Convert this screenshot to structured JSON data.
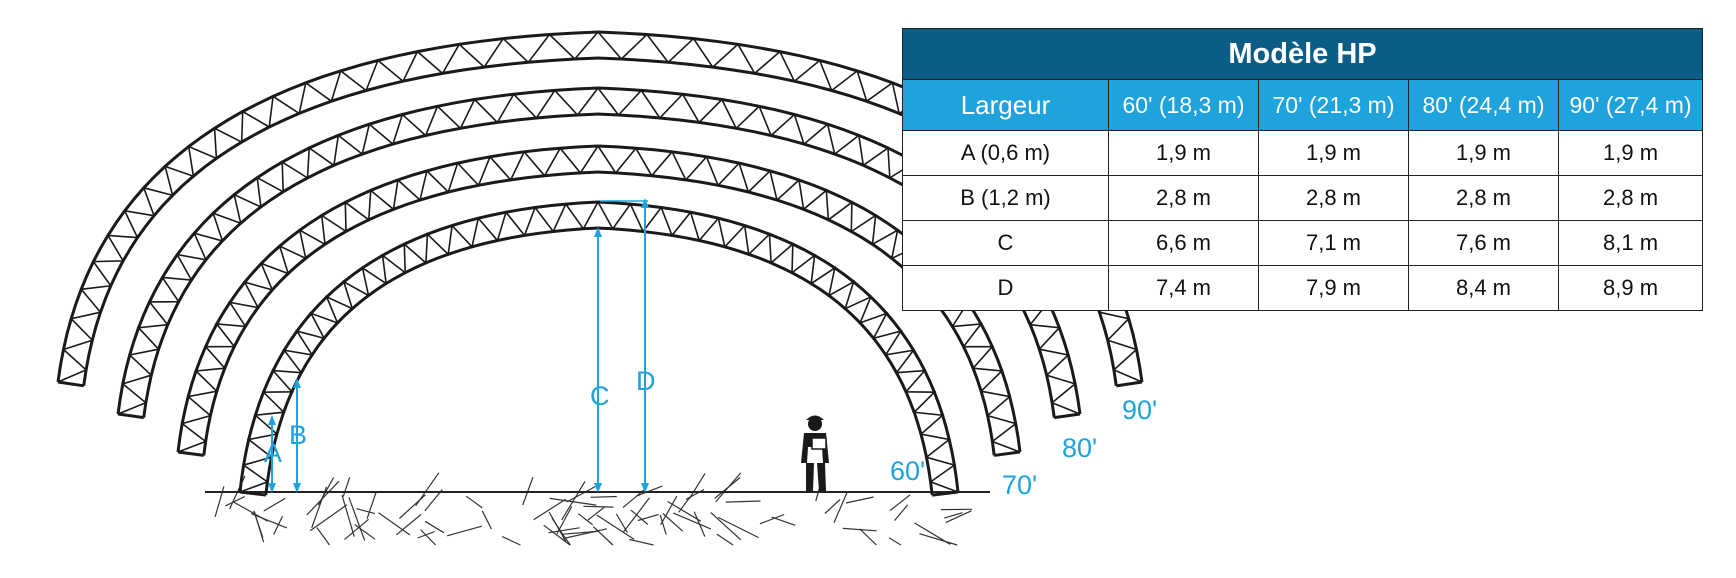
{
  "diagram": {
    "dimension_labels": {
      "a": "A",
      "b": "B",
      "c": "C",
      "d": "D"
    },
    "arch_sizes": [
      "60'",
      "70'",
      "80'",
      "90'"
    ],
    "colors": {
      "accent": "#1ea3dc",
      "header_dark": "#0b5d86",
      "line": "#222222"
    }
  },
  "table": {
    "title": "Modèle HP",
    "header_label": "Largeur",
    "columns": [
      "60' (18,3 m)",
      "70' (21,3 m)",
      "80' (24,4 m)",
      "90' (27,4 m)"
    ],
    "rows": [
      {
        "label": "A (0,6 m)",
        "values": [
          "1,9 m",
          "1,9 m",
          "1,9 m",
          "1,9 m"
        ]
      },
      {
        "label": "B (1,2 m)",
        "values": [
          "2,8 m",
          "2,8 m",
          "2,8 m",
          "2,8 m"
        ]
      },
      {
        "label": "C",
        "values": [
          "6,6 m",
          "7,1 m",
          "7,6 m",
          "8,1 m"
        ]
      },
      {
        "label": "D",
        "values": [
          "7,4 m",
          "7,9 m",
          "8,4 m",
          "8,9 m"
        ]
      }
    ]
  }
}
